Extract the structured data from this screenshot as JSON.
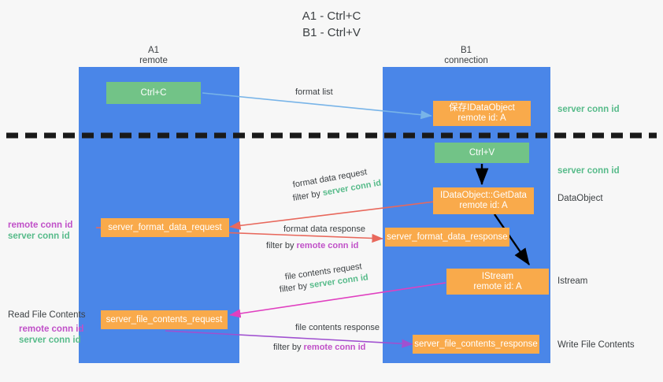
{
  "title": {
    "line1": "A1 - Ctrl+C",
    "line2": "B1 - Ctrl+V"
  },
  "lanes": [
    {
      "id": "a1",
      "name": "A1",
      "sub": "remote"
    },
    {
      "id": "b1",
      "name": "B1",
      "sub": "connection"
    }
  ],
  "colors": {
    "lane": "#4a86e8",
    "orange": "#f9aa4b",
    "green": "#72c387",
    "server_key": "#57bb8a",
    "remote_key": "#c050c8",
    "arrow_blue": "#78b4e8",
    "arrow_red": "#e8685c",
    "arrow_magenta": "#e040c0",
    "arrow_purple": "#a050d0",
    "arrow_black": "#000000",
    "background": "#f7f7f7"
  },
  "nodes": {
    "ctrl_c": {
      "label": "Ctrl+C"
    },
    "save_idataobject": {
      "line1": "保存IDataObject",
      "line2": "remote id: A"
    },
    "ctrl_v": {
      "label": "Ctrl+V"
    },
    "getdata": {
      "line1": "IDataObject::GetData",
      "line2": "remote id: A"
    },
    "istream": {
      "line1": "IStream",
      "line2": "remote id: A"
    },
    "server_format_data_request": {
      "label": "server_format_data_request"
    },
    "server_format_data_response": {
      "label": "server_format_data_response"
    },
    "server_file_contents_request": {
      "label": "server_file_contents_request"
    },
    "server_file_contents_response": {
      "label": "server_file_contents_response"
    }
  },
  "annotations": {
    "format_list": "format list",
    "format_data_request": "format data request",
    "format_data_request_filter_pre": "filter by ",
    "format_data_request_filter_key": "server conn id",
    "format_data_response": "format data response",
    "format_data_response_filter_pre": "filter by ",
    "format_data_response_filter_key": "remote conn id",
    "file_contents_request": "file contents request",
    "file_contents_request_filter_pre": "filter by ",
    "file_contents_request_filter_key": "server conn id",
    "file_contents_response": "file contents response",
    "file_contents_response_filter_pre": "filter by ",
    "file_contents_response_filter_key": "remote conn id"
  },
  "side_labels": {
    "server_conn_id_top": "server conn id",
    "server_conn_id_mid": "server conn id",
    "dataobject": "DataObject",
    "istream": "Istream",
    "write_file_contents": "Write File Contents",
    "read_file_contents": "Read File Contents",
    "left_keys_1_remote": "remote conn id",
    "left_keys_1_server": "server conn id",
    "left_keys_2_remote": "remote conn id",
    "left_keys_2_server": "server conn id"
  }
}
